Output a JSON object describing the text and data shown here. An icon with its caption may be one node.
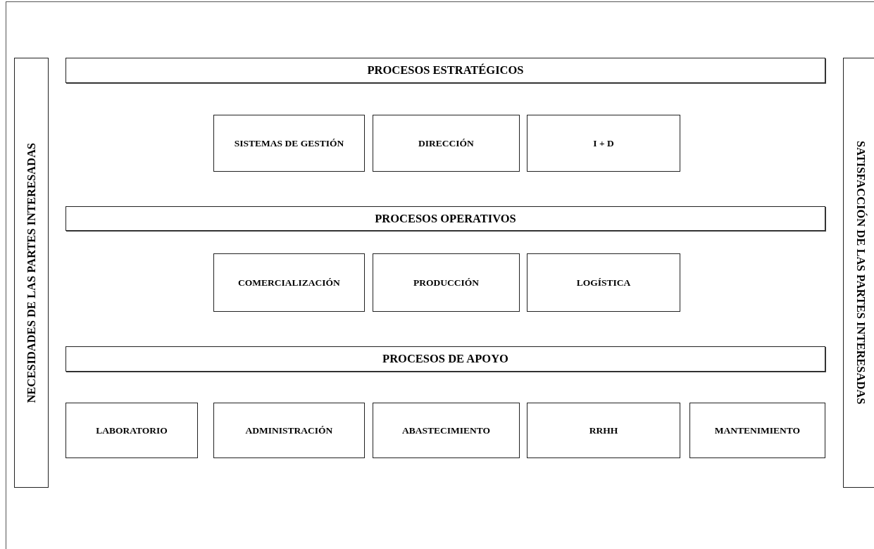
{
  "diagram": {
    "nodes": [
      {
        "text": [
          "NECESIDADES DE LAS PARTES INTERESADAS"
        ]
      },
      {
        "text": [
          "PROCESOS ESTRATÉGICOS"
        ]
      },
      {
        "text": [
          "SISTEMAS DE GESTIÓN"
        ]
      },
      {
        "text": [
          "DIRECCIÓN"
        ]
      },
      {
        "text": [
          "I + D"
        ]
      },
      {
        "text": [
          "PROCESOS OPERATIVOS"
        ]
      },
      {
        "text": [
          "COMERCIALIZACIÓN"
        ]
      },
      {
        "text": [
          "PRODUCCIÓN"
        ]
      },
      {
        "text": [
          "LOGÍSTICA"
        ]
      },
      {
        "text": [
          "PROCESOS DE APOYO"
        ]
      },
      {
        "text": [
          "LABORATORIO"
        ]
      },
      {
        "text": [
          "ADMINISTRACIÓN"
        ]
      },
      {
        "text": [
          "ABASTECIMIENTO"
        ]
      },
      {
        "text": [
          "RRHH"
        ]
      },
      {
        "text": [
          "MANTENIMIENTO"
        ]
      },
      {
        "text": [
          "SATISFACCIÓN DE LAS PARTES INTERESADAS"
        ]
      }
    ]
  }
}
